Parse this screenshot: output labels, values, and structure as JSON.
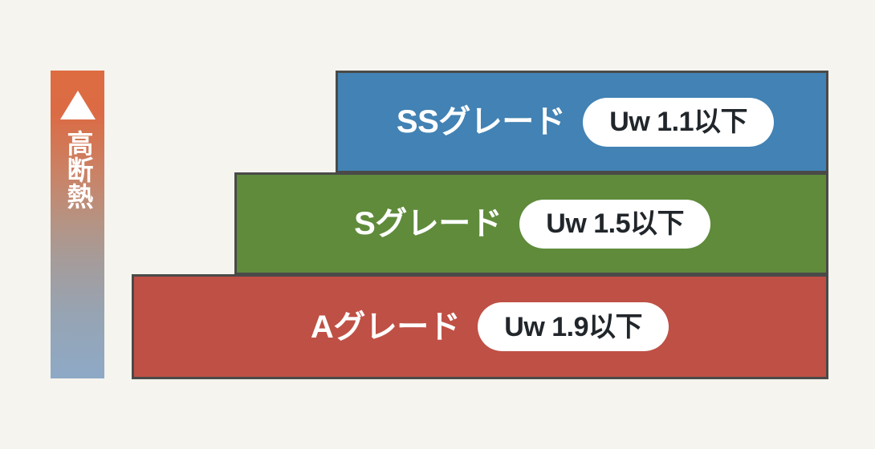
{
  "background_color": "#F5F4EF",
  "meter": {
    "name": "insulation-level-meter",
    "arrow_icon": "up-triangle-icon",
    "label": "高断熱",
    "gradient_top_color": "#DE6C41",
    "gradient_bottom_color": "#8EA9C6"
  },
  "grades": [
    {
      "id": "ss",
      "name": "SSグレード",
      "value": "Uw 1.1以下",
      "color": "#4282B4",
      "border_color": "#4A4A48",
      "pill_bg": "#FFFFFF",
      "pill_text_color": "#21262B"
    },
    {
      "id": "s",
      "name": "Sグレード",
      "value": "Uw 1.5以下",
      "color": "#5F8B3B",
      "border_color": "#4A4A48",
      "pill_bg": "#FFFFFF",
      "pill_text_color": "#21262B"
    },
    {
      "id": "a",
      "name": "Aグレード",
      "value": "Uw 1.9以下",
      "color": "#BF5045",
      "border_color": "#4A4A48",
      "pill_bg": "#FFFFFF",
      "pill_text_color": "#21262B"
    }
  ],
  "chart_data": {
    "type": "bar",
    "title": "",
    "categories": [
      "Aグレード",
      "Sグレード",
      "SSグレード"
    ],
    "value_labels": [
      "Uw 1.9以下",
      "Uw 1.5以下",
      "Uw 1.1以下"
    ],
    "values": [
      1.9,
      1.5,
      1.1
    ],
    "xlabel": "",
    "ylabel": "高断熱",
    "legend": [],
    "grid": false,
    "notes": "Stepped staircase diagram: window thermal transmittance (Uw) grade thresholds; lower Uw = higher insulation."
  }
}
